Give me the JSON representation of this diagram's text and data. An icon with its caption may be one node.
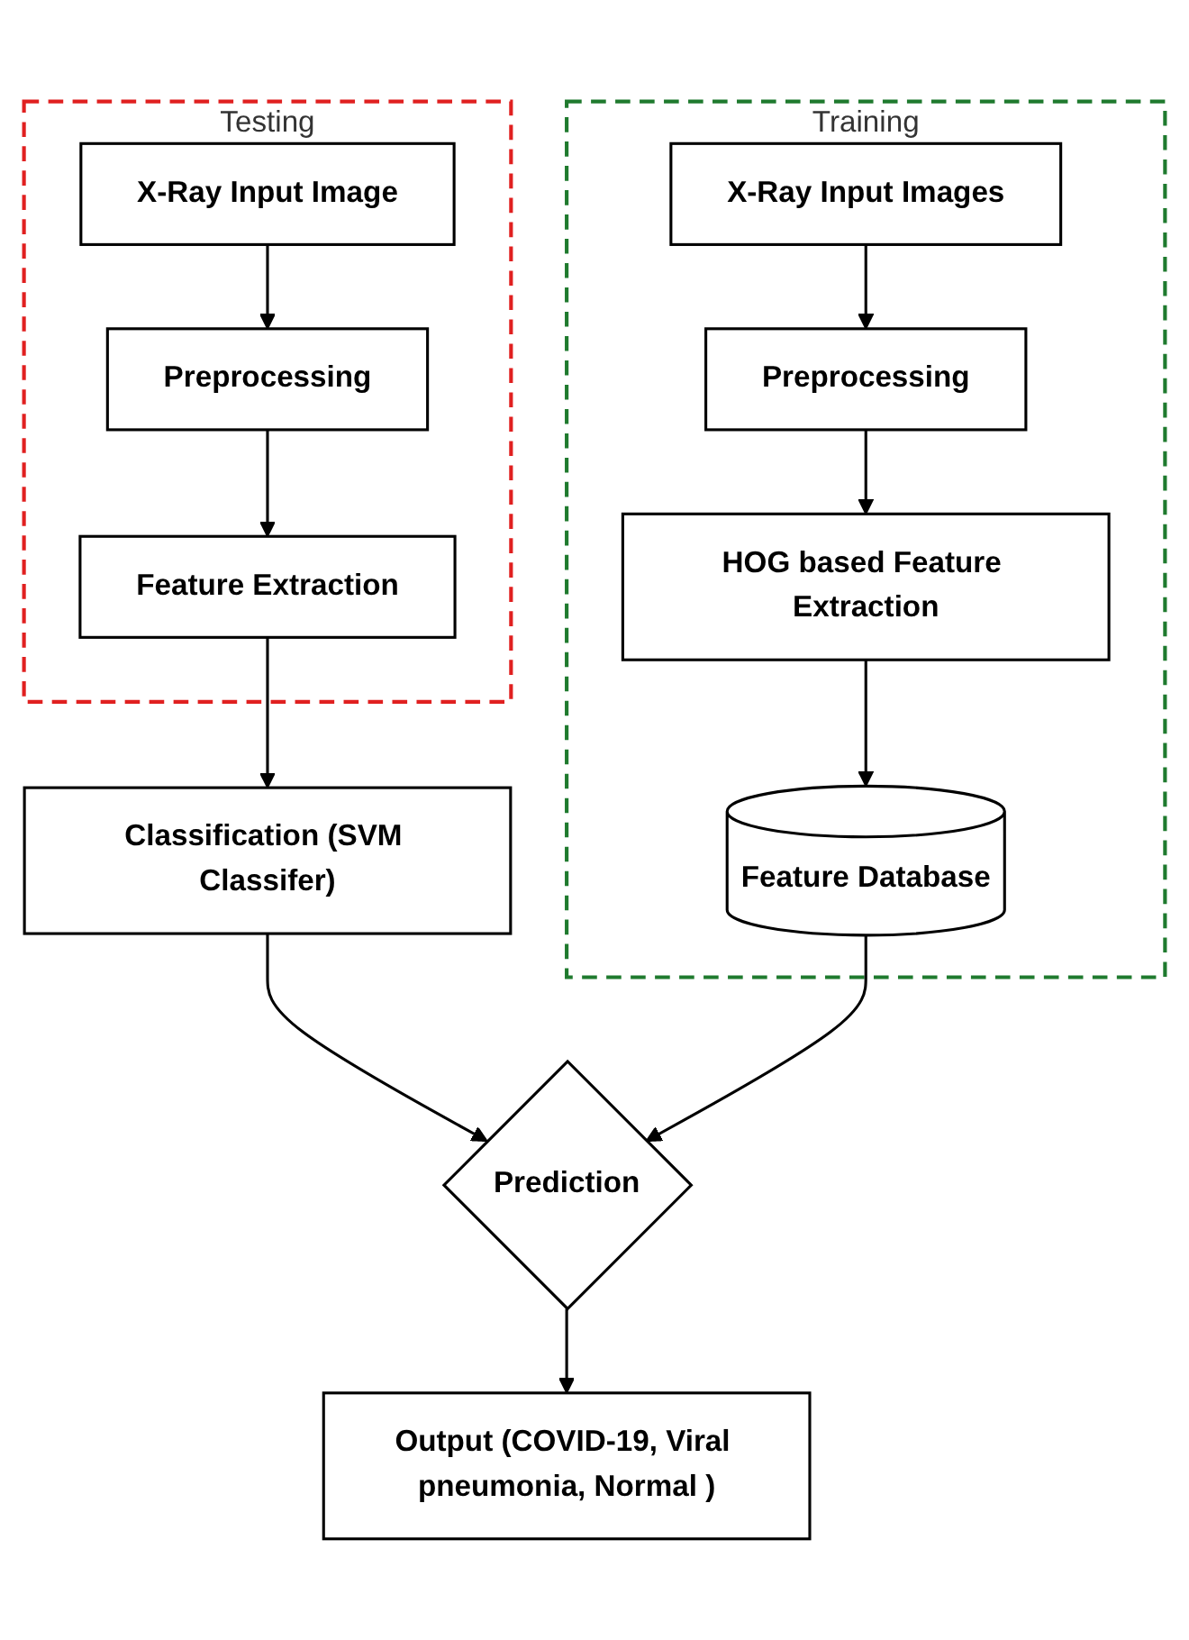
{
  "diagram": {
    "nodes": [
      {
        "text": [
          "Training"
        ]
      },
      {
        "text": [
          "X-Ray Input Images"
        ],
        "in": 0
      },
      {
        "text": [
          "Preprocessing"
        ],
        "in": 0
      },
      {
        "text": [
          "HOG based Feature Extraction"
        ],
        "in": 0
      },
      {
        "text": [
          "Feature Database"
        ],
        "in": 0
      },
      {
        "text": [
          "Testing"
        ]
      },
      {
        "text": [
          "X-Ray Input Image"
        ],
        "in": 5
      },
      {
        "text": [
          "Preprocessing"
        ],
        "in": 5
      },
      {
        "text": [
          "Feature Extraction"
        ],
        "in": 5
      },
      {
        "text": [
          "Classification (SVM Classifer)"
        ]
      },
      {
        "text": [
          "Prediction"
        ]
      },
      {
        "text": [
          "Output (COVID-19, Viral pneumonia, Normal )"
        ]
      }
    ],
    "edges": [
      {
        "from": 1,
        "to": 2,
        "arrow": "to"
      },
      {
        "from": 2,
        "to": 3,
        "arrow": "to"
      },
      {
        "from": 3,
        "to": 4,
        "arrow": "to"
      },
      {
        "from": 6,
        "to": 7,
        "arrow": "to"
      },
      {
        "from": 7,
        "to": 8,
        "arrow": "to"
      },
      {
        "from": 8,
        "to": 9,
        "arrow": "to"
      },
      {
        "from": 9,
        "to": 10,
        "arrow": "to"
      },
      {
        "from": 4,
        "to": 10,
        "arrow": "to"
      },
      {
        "from": 10,
        "to": 11,
        "arrow": "to"
      }
    ]
  }
}
